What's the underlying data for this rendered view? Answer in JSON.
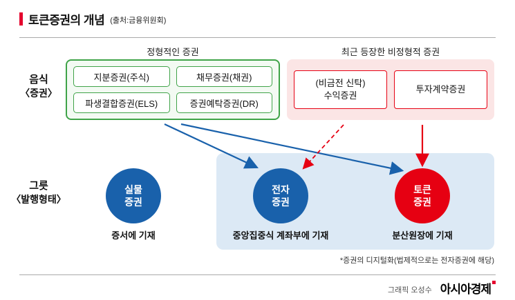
{
  "colors": {
    "accent_red": "#e4032e",
    "green": "#3fa348",
    "blue": "#1961ab",
    "red": "#e60012",
    "panel_blue": "#dce9f5",
    "pink": "#fbe5e5"
  },
  "header": {
    "title": "토큰증권의 개념",
    "source": "(출처:금융위원회)"
  },
  "groups": {
    "formal": {
      "label": "정형적인 증권",
      "items": [
        "지분증권(주식)",
        "채무증권(채권)",
        "파생결합증권(ELS)",
        "증권예탁증권(DR)"
      ]
    },
    "atypical": {
      "label": "최근 등장한 비정형적 증권",
      "items": [
        "(비금전 신탁)\n수익증권",
        "투자계약증권"
      ]
    }
  },
  "row_labels": {
    "securities": {
      "main": "음식",
      "sub": "〈증권〉"
    },
    "forms": {
      "main": "그릇",
      "sub": "〈발행형태〉"
    }
  },
  "circles": [
    {
      "label": "실물\n증권",
      "caption": "증서에 기재"
    },
    {
      "label": "전자\n증권",
      "caption": "중앙집중식 계좌부에 기재"
    },
    {
      "label": "토큰\n증권",
      "caption": "분산원장에 기재"
    }
  ],
  "footnote": "*증권의 디지털화(법제적으로는 전자증권에 해당)",
  "footer": {
    "credit": "그래픽 오성수",
    "logo": "아시아경제"
  }
}
